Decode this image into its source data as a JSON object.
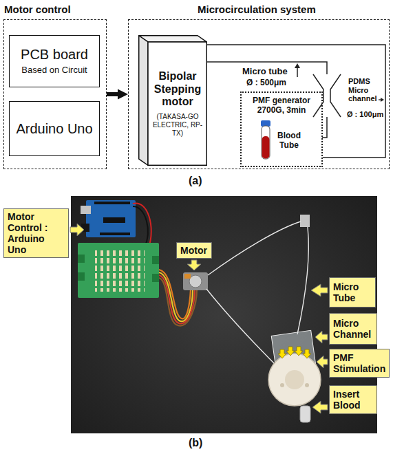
{
  "diagram": {
    "nodes": [
      {
        "text": [
          "Motor control"
        ]
      },
      {
        "text": [
          "PCB board",
          "Based on Circuit"
        ],
        "in": 0
      },
      {
        "text": [
          "Arduino Uno"
        ],
        "in": 0
      },
      {
        "text": [
          "Microcirculation system"
        ]
      },
      {
        "text": [
          "Bipolar Stepping motor",
          "(TAKASA-GO ELECTRIC, RP-TX)"
        ],
        "in": 3
      },
      {
        "text": [
          "PMF generator 2700G, 3min"
        ],
        "in": 3
      },
      {
        "text": [
          "Blood Tube"
        ],
        "in": 5
      },
      {
        "text": [
          "Motor Control : Arduino Uno"
        ]
      },
      {
        "text": [
          "Motor"
        ]
      },
      {
        "text": [
          "Micro Tube"
        ]
      },
      {
        "text": [
          "Micro Channel"
        ]
      },
      {
        "text": [
          "PMF Stimulation"
        ]
      },
      {
        "text": [
          "Insert Blood"
        ]
      }
    ],
    "edges": [
      {
        "from": 0,
        "to": 3,
        "arrow": "to"
      },
      {
        "from": 4,
        "to": 5,
        "arrow": "none"
      }
    ],
    "labels": [
      "Micro tube",
      "Ø : 500μm",
      "PDMS Micro channel",
      "Ø : 100μm",
      "(a)",
      "(b)"
    ]
  }
}
